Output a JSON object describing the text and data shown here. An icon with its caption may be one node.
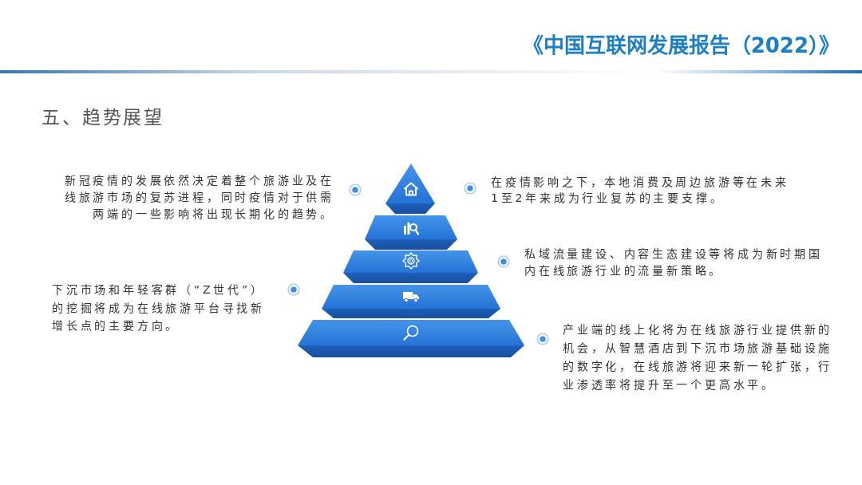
{
  "diagram": {
    "title": "五、趋势展望",
    "labels": [
      "《中国互联网发展报告（2022）》",
      "新冠疫情的发展依然决定着整个旅游业及在线旅游市场的复苏进程，同时疫情对于供需两端的一些影响将出现长期化的趋势。",
      "在疫情影响之下，本地消费及周边旅游等在未来1至2年来成为行业复苏的主要支撑。",
      "私域流量建设、内容生态建设等将成为新时期国内在线旅游行业的流量新策略。",
      "下沉市场和年轻客群（“Z世代”）的挖掘将成为在线旅游平台寻找新增长点的主要方向。",
      "产业端的线上化将为在线旅游行业提供新的机会，从智慧酒店到下沉市场旅游基础设施的数字化，在线旅游将迎来新一轮扩张，行业渗透率将提升至一个更高水平。"
    ]
  }
}
